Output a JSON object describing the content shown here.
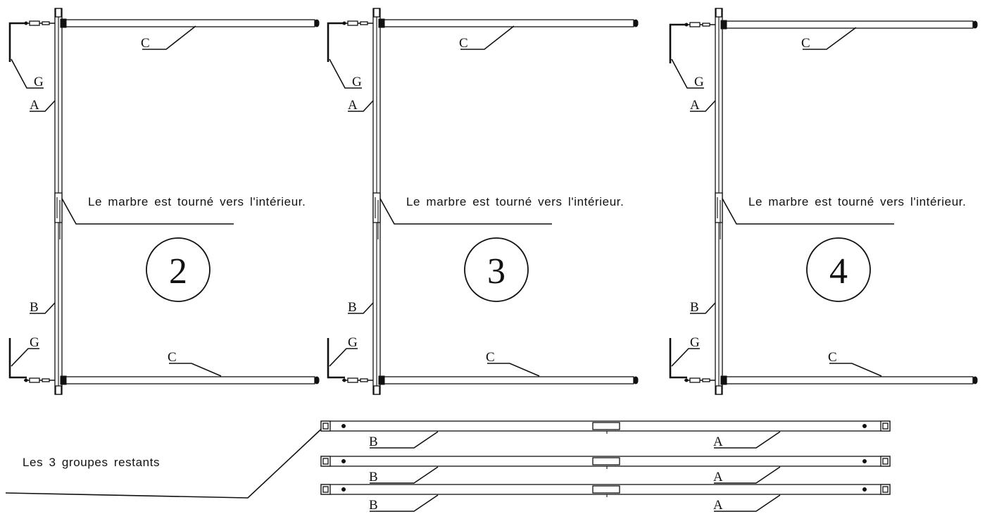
{
  "figure": {
    "panels": [
      {
        "number": "2",
        "note": "Le marbre est tourné vers l'intérieur."
      },
      {
        "number": "3",
        "note": "Le marbre est tourné vers l'intérieur."
      },
      {
        "number": "4",
        "note": "Le marbre est tourné vers l'intérieur."
      }
    ],
    "part_labels": {
      "a": "A",
      "b": "B",
      "c": "C",
      "g": "G"
    },
    "remaining": {
      "note": "Les 3 groupes restants",
      "group_count": 3
    }
  }
}
